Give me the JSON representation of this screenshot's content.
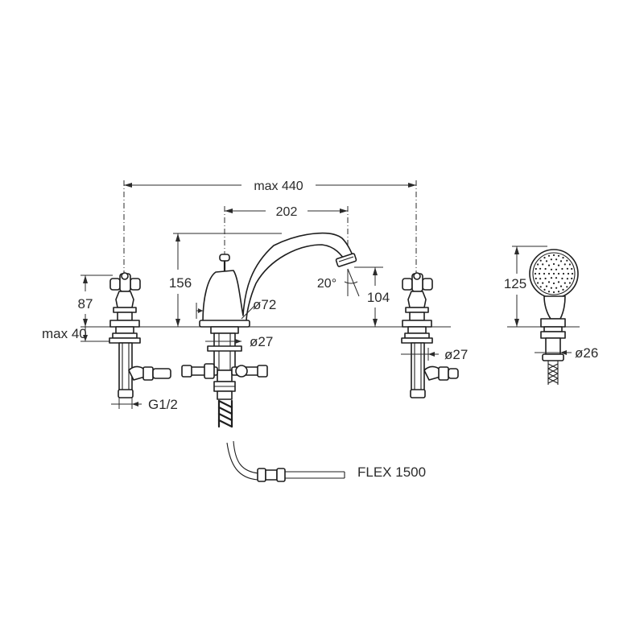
{
  "drawing": {
    "overall_width": "max 440",
    "spout_reach": "202",
    "spout_height": "156",
    "spout_angle": "20°",
    "spout_outlet_height": "104",
    "spout_base_diameter": "ø72",
    "spout_shank_diameter": "ø27",
    "valve_height": "87",
    "deck_thickness": "max 40",
    "connection_thread": "G1/2",
    "valve_shank_diameter": "ø27",
    "handshower_length": "125",
    "handshower_base_diameter": "ø26",
    "hose": "FLEX 1500"
  }
}
